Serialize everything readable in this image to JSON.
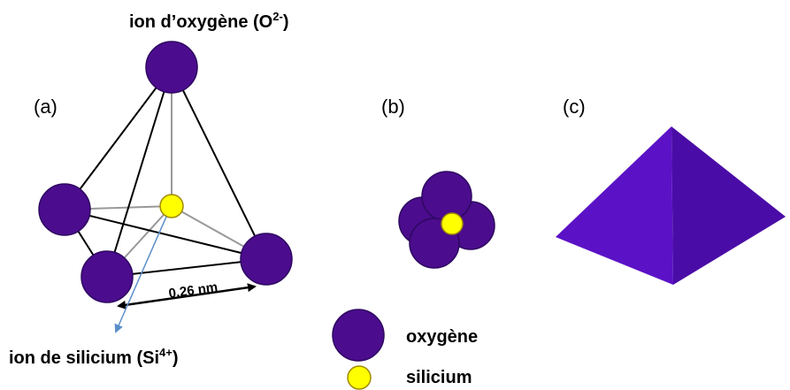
{
  "labels": {
    "oxygen_ion": "ion d’oxygène (O",
    "oxygen_charge": "2-",
    "oxygen_close": ")",
    "silicon_ion": "ion de silicium (Si",
    "silicon_charge": "4+",
    "silicon_close": ")",
    "panel_a": "(a)",
    "panel_b": "(b)",
    "panel_c": "(c)",
    "distance": "0.26 nm"
  },
  "legend": {
    "oxygen": "oxygène",
    "silicon": "silicium"
  },
  "colors": {
    "oxygen_fill": "#4b0c8e",
    "oxygen_stroke": "#2e0860",
    "silicon_fill": "#ffff00",
    "silicon_stroke": "#a08a00",
    "pyramid_left": "#5b12c6",
    "pyramid_right": "#4a0ca6",
    "pointer": "#5b8ec9"
  }
}
